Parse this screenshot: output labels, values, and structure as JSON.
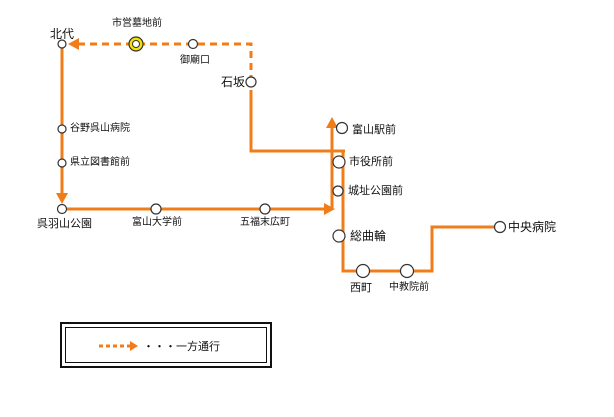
{
  "title": "",
  "stops": {
    "kitashiro": "北代",
    "shiei_bochi": "市営墓地前",
    "gobyo": "御廟口",
    "ishizaka": "石坂",
    "yanokureha": "谷野呉山病院",
    "kenritsu_tosho": "県立図書館前",
    "kurehayama": "呉羽山公園",
    "toyama_univ": "富山大学前",
    "gofuku": "五福末広町",
    "toyama_eki": "富山駅前",
    "shiyakusho": "市役所前",
    "joshi_koen": "城址公園前",
    "sogawa": "総曲輪",
    "nishicho": "西町",
    "chukyoin": "中教院前",
    "chuo_byoin": "中央病院"
  },
  "legend": {
    "label": "・・・一方通行"
  },
  "colors": {
    "route": "#f07c1a",
    "highlight_stop": "#f5e10a",
    "stop_fill": "#ffffff",
    "stop_stroke": "#333333"
  }
}
